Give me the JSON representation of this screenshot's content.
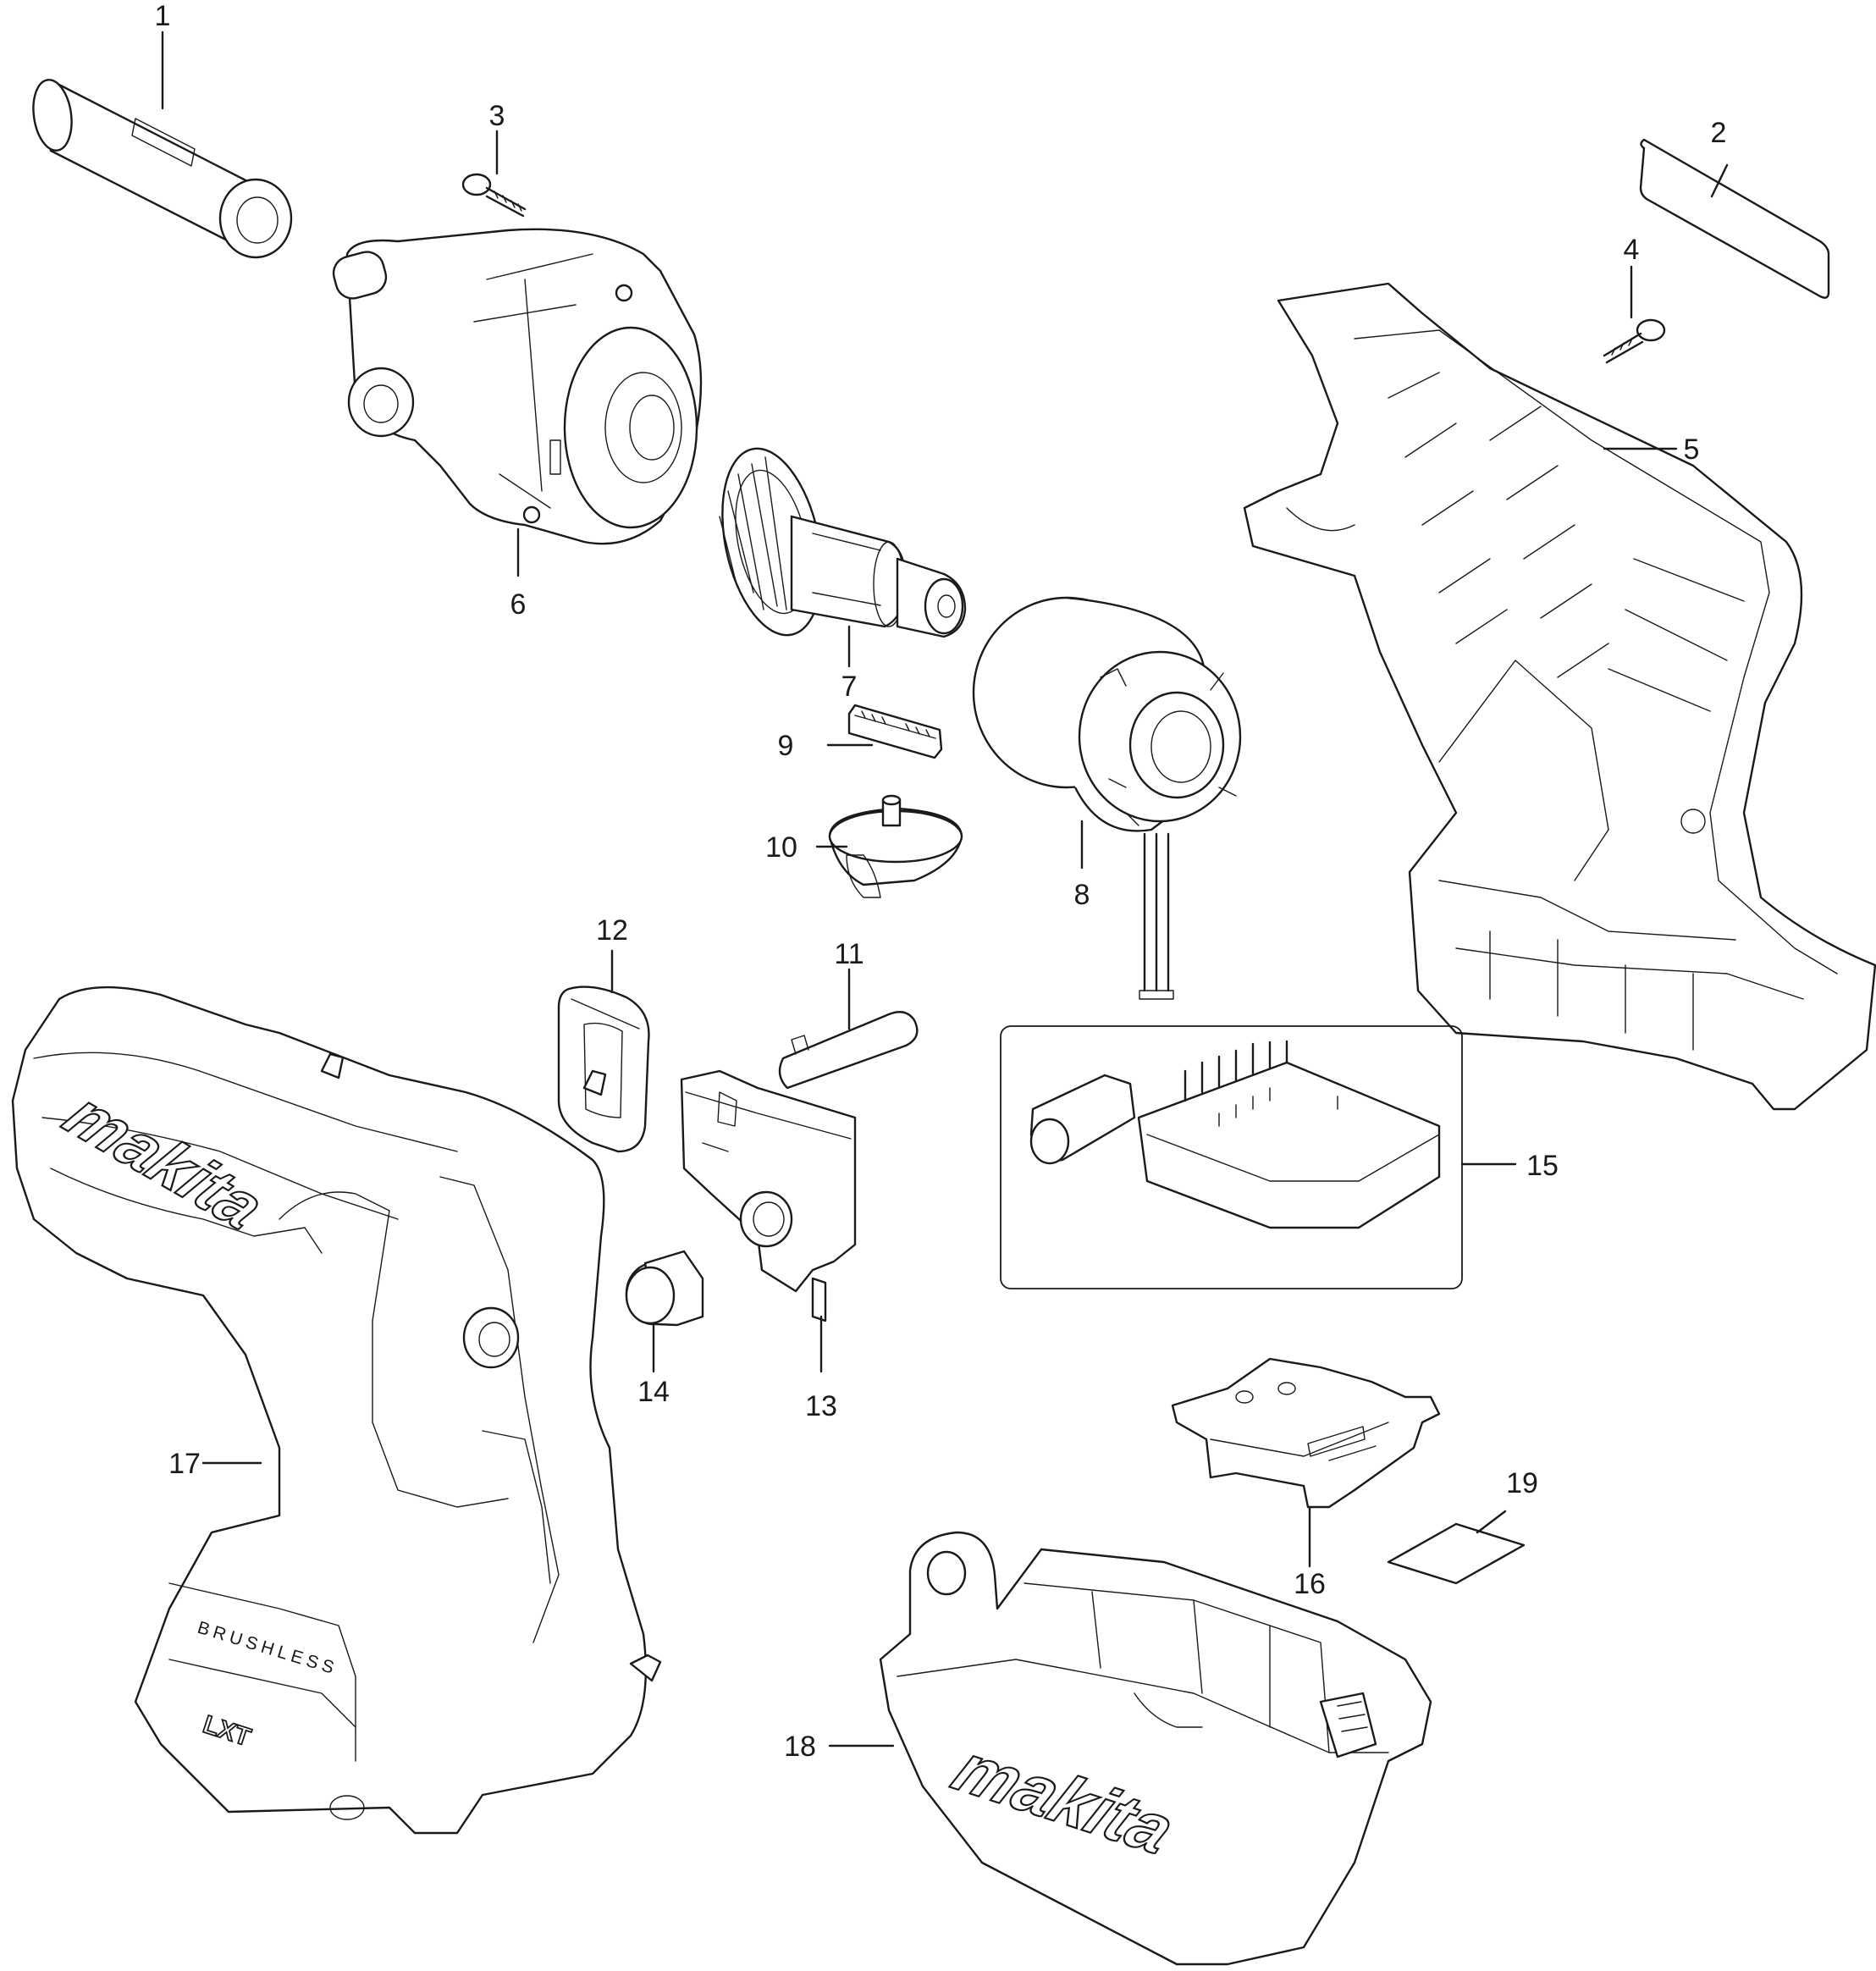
{
  "parts": [
    {
      "number": "1"
    },
    {
      "number": "2"
    },
    {
      "number": "3"
    },
    {
      "number": "4"
    },
    {
      "number": "5"
    },
    {
      "number": "6"
    },
    {
      "number": "7"
    },
    {
      "number": "8"
    },
    {
      "number": "9"
    },
    {
      "number": "10"
    },
    {
      "number": "11"
    },
    {
      "number": "12"
    },
    {
      "number": "13"
    },
    {
      "number": "14"
    },
    {
      "number": "15"
    },
    {
      "number": "16"
    },
    {
      "number": "17"
    },
    {
      "number": "18"
    },
    {
      "number": "19"
    }
  ],
  "branding": {
    "housing_logo": "makita",
    "case_logo": "makita",
    "housing_badge": "BRUSHLESS",
    "battery_badge": "LXT"
  },
  "colors": {
    "line": "#1a1a1a",
    "background": "#ffffff"
  }
}
